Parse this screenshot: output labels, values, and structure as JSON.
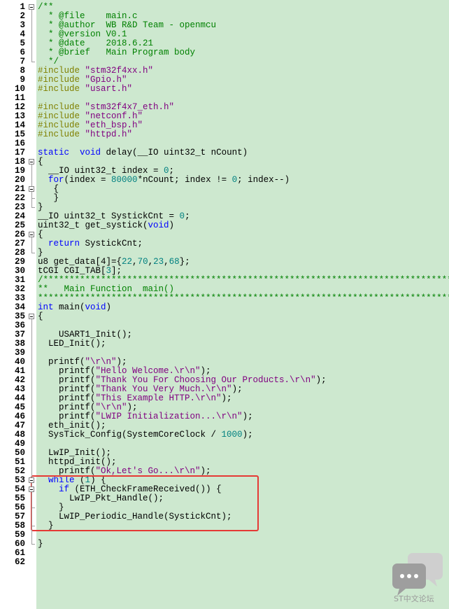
{
  "lines": [
    {
      "n": "1",
      "segs": [
        [
          "cm",
          "/**"
        ]
      ]
    },
    {
      "n": "2",
      "segs": [
        [
          "cm",
          "  * @file    main.c"
        ]
      ]
    },
    {
      "n": "3",
      "segs": [
        [
          "cm",
          "  * @author  WB R&D Team - openmcu"
        ]
      ]
    },
    {
      "n": "4",
      "segs": [
        [
          "cm",
          "  * @version V0.1"
        ]
      ]
    },
    {
      "n": "5",
      "segs": [
        [
          "cm",
          "  * @date    2018.6.21"
        ]
      ]
    },
    {
      "n": "6",
      "segs": [
        [
          "cm",
          "  * @brief   Main Program body"
        ]
      ]
    },
    {
      "n": "7",
      "segs": [
        [
          "cm",
          "  */"
        ]
      ]
    },
    {
      "n": "8",
      "segs": [
        [
          "pp",
          "#include "
        ],
        [
          "str",
          "\"stm32f4xx.h\""
        ]
      ]
    },
    {
      "n": "9",
      "segs": [
        [
          "pp",
          "#include "
        ],
        [
          "str",
          "\"Gpio.h\""
        ]
      ]
    },
    {
      "n": "10",
      "segs": [
        [
          "pp",
          "#include "
        ],
        [
          "str",
          "\"usart.h\""
        ]
      ]
    },
    {
      "n": "11",
      "segs": []
    },
    {
      "n": "12",
      "segs": [
        [
          "pp",
          "#include "
        ],
        [
          "str",
          "\"stm32f4x7_eth.h\""
        ]
      ]
    },
    {
      "n": "13",
      "segs": [
        [
          "pp",
          "#include "
        ],
        [
          "str",
          "\"netconf.h\""
        ]
      ]
    },
    {
      "n": "14",
      "segs": [
        [
          "pp",
          "#include "
        ],
        [
          "str",
          "\"eth_bsp.h\""
        ]
      ]
    },
    {
      "n": "15",
      "segs": [
        [
          "pp",
          "#include "
        ],
        [
          "str",
          "\"httpd.h\""
        ]
      ]
    },
    {
      "n": "16",
      "segs": []
    },
    {
      "n": "17",
      "segs": [
        [
          "kw",
          "static"
        ],
        [
          "",
          "  "
        ],
        [
          "kw",
          "void"
        ],
        [
          "",
          " delay(__IO uint32_t nCount)"
        ]
      ]
    },
    {
      "n": "18",
      "segs": [
        [
          "",
          "{"
        ]
      ]
    },
    {
      "n": "19",
      "segs": [
        [
          "",
          "  __IO uint32_t index = "
        ],
        [
          "num",
          "0"
        ],
        [
          "",
          ";"
        ]
      ]
    },
    {
      "n": "20",
      "segs": [
        [
          "",
          "  "
        ],
        [
          "kw",
          "for"
        ],
        [
          "",
          "(index = "
        ],
        [
          "num",
          "80000"
        ],
        [
          "",
          "*nCount; index != "
        ],
        [
          "num",
          "0"
        ],
        [
          "",
          "; index--)"
        ]
      ]
    },
    {
      "n": "21",
      "segs": [
        [
          "",
          "   {"
        ]
      ]
    },
    {
      "n": "22",
      "segs": [
        [
          "",
          "   }"
        ]
      ]
    },
    {
      "n": "23",
      "segs": [
        [
          "",
          "}"
        ]
      ]
    },
    {
      "n": "24",
      "segs": [
        [
          "",
          "__IO uint32_t SystickCnt = "
        ],
        [
          "num",
          "0"
        ],
        [
          "",
          ";"
        ]
      ]
    },
    {
      "n": "25",
      "segs": [
        [
          "",
          "uint32_t get_systick("
        ],
        [
          "kw",
          "void"
        ],
        [
          "",
          ")"
        ]
      ]
    },
    {
      "n": "26",
      "segs": [
        [
          "",
          "{"
        ]
      ]
    },
    {
      "n": "27",
      "segs": [
        [
          "",
          "  "
        ],
        [
          "kw",
          "return"
        ],
        [
          "",
          " SystickCnt;"
        ]
      ]
    },
    {
      "n": "28",
      "segs": [
        [
          "",
          "}"
        ]
      ]
    },
    {
      "n": "29",
      "segs": [
        [
          "",
          "u8 get_data[4]={"
        ],
        [
          "num",
          "22"
        ],
        [
          "",
          ","
        ],
        [
          "num",
          "70"
        ],
        [
          "",
          ","
        ],
        [
          "num",
          "23"
        ],
        [
          "",
          ","
        ],
        [
          "num",
          "68"
        ],
        [
          "",
          "};"
        ]
      ]
    },
    {
      "n": "30",
      "segs": [
        [
          "",
          "tCGI CGI_TAB["
        ],
        [
          "num",
          "3"
        ],
        [
          "",
          "];"
        ]
      ]
    },
    {
      "n": "31",
      "segs": [
        [
          "cm",
          "/*********************************************************************************"
        ]
      ]
    },
    {
      "n": "32",
      "segs": [
        [
          "cm",
          "**   Main Function  main()"
        ]
      ]
    },
    {
      "n": "33",
      "segs": [
        [
          "cm",
          "*********************************************************************************"
        ]
      ]
    },
    {
      "n": "34",
      "segs": [
        [
          "kw",
          "int"
        ],
        [
          "",
          " main("
        ],
        [
          "kw",
          "void"
        ],
        [
          "",
          ")"
        ]
      ]
    },
    {
      "n": "35",
      "segs": [
        [
          "",
          "{"
        ]
      ]
    },
    {
      "n": "36",
      "segs": []
    },
    {
      "n": "37",
      "segs": [
        [
          "",
          "    USART1_Init();"
        ]
      ]
    },
    {
      "n": "38",
      "segs": [
        [
          "",
          "  LED_Init();"
        ]
      ]
    },
    {
      "n": "39",
      "segs": []
    },
    {
      "n": "40",
      "segs": [
        [
          "",
          "  printf("
        ],
        [
          "str",
          "\"\\r\\n\""
        ],
        [
          "",
          ");"
        ]
      ]
    },
    {
      "n": "41",
      "segs": [
        [
          "",
          "    printf("
        ],
        [
          "str",
          "\"Hello Welcome.\\r\\n\""
        ],
        [
          "",
          ");"
        ]
      ]
    },
    {
      "n": "42",
      "segs": [
        [
          "",
          "    printf("
        ],
        [
          "str",
          "\"Thank You For Choosing Our Products.\\r\\n\""
        ],
        [
          "",
          ");"
        ]
      ]
    },
    {
      "n": "43",
      "segs": [
        [
          "",
          "    printf("
        ],
        [
          "str",
          "\"Thank You Very Much.\\r\\n\""
        ],
        [
          "",
          ");"
        ]
      ]
    },
    {
      "n": "44",
      "segs": [
        [
          "",
          "    printf("
        ],
        [
          "str",
          "\"This Example HTTP.\\r\\n\""
        ],
        [
          "",
          ");"
        ]
      ]
    },
    {
      "n": "45",
      "segs": [
        [
          "",
          "    printf("
        ],
        [
          "str",
          "\"\\r\\n\""
        ],
        [
          "",
          ");"
        ]
      ]
    },
    {
      "n": "46",
      "segs": [
        [
          "",
          "    printf("
        ],
        [
          "str",
          "\"LWIP Initialization...\\r\\n\""
        ],
        [
          "",
          ");"
        ]
      ]
    },
    {
      "n": "47",
      "segs": [
        [
          "",
          "  eth_init();"
        ]
      ]
    },
    {
      "n": "48",
      "segs": [
        [
          "",
          "  SysTick_Config(SystemCoreClock / "
        ],
        [
          "num",
          "1000"
        ],
        [
          "",
          ");"
        ]
      ]
    },
    {
      "n": "49",
      "segs": []
    },
    {
      "n": "50",
      "segs": [
        [
          "",
          "  LwIP_Init();"
        ]
      ]
    },
    {
      "n": "51",
      "segs": [
        [
          "",
          "  httpd_init();"
        ]
      ]
    },
    {
      "n": "52",
      "segs": [
        [
          "",
          "    printf("
        ],
        [
          "str",
          "\"Ok,Let's Go...\\r\\n\""
        ],
        [
          "",
          ");"
        ]
      ]
    },
    {
      "n": "53",
      "segs": [
        [
          "",
          "  "
        ],
        [
          "kw",
          "while"
        ],
        [
          "",
          " ("
        ],
        [
          "num",
          "1"
        ],
        [
          "",
          ") {"
        ]
      ]
    },
    {
      "n": "54",
      "segs": [
        [
          "",
          "    "
        ],
        [
          "kw",
          "if"
        ],
        [
          "",
          " (ETH_CheckFrameReceived()) {"
        ]
      ]
    },
    {
      "n": "55",
      "segs": [
        [
          "",
          "      LwIP_Pkt_Handle();"
        ]
      ]
    },
    {
      "n": "56",
      "segs": [
        [
          "",
          "    }"
        ]
      ]
    },
    {
      "n": "57",
      "segs": [
        [
          "",
          "    LwIP_Periodic_Handle(SystickCnt);"
        ]
      ]
    },
    {
      "n": "58",
      "segs": [
        [
          "",
          "  }"
        ]
      ]
    },
    {
      "n": "59",
      "segs": []
    },
    {
      "n": "60",
      "segs": [
        [
          "",
          "}"
        ]
      ]
    },
    {
      "n": "61",
      "segs": []
    },
    {
      "n": "62",
      "segs": []
    }
  ],
  "watermark": {
    "text": "ST中文论坛",
    "icon": "chat-bubbles-icon"
  },
  "highlight": {
    "from_line": "53",
    "to_line": "58",
    "color": "#e53935"
  }
}
